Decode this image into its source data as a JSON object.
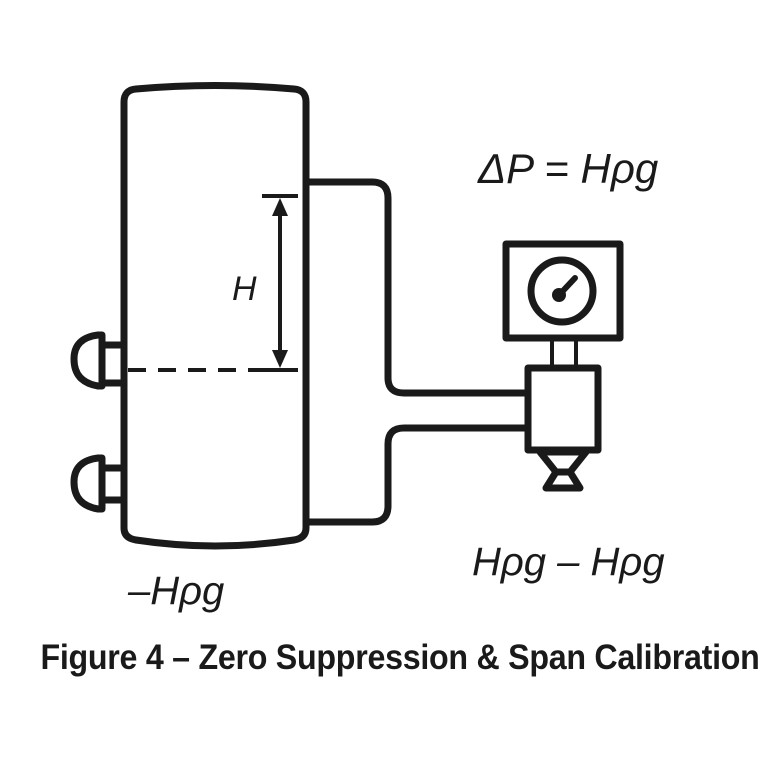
{
  "figure": {
    "caption": "Figure 4 – Zero Suppression & Span Calibration",
    "subject": "differential-pressure level transmitter with zero suppression"
  },
  "labels": {
    "equation_top": "ΔP = Hρg",
    "height_symbol": "H",
    "equation_bottom_right": "Hρg – Hρg",
    "tank_bottom_label": "–Hρg"
  },
  "components": {
    "tank": "vertical-vessel",
    "nozzles": [
      "upper-side-nozzle",
      "lower-side-nozzle"
    ],
    "level_line": "dashed-liquid-level",
    "dimension": "height-dimension-arrow",
    "impulse_lines": [
      "high-side-impulse-line",
      "low-side-impulse-line"
    ],
    "transmitter": "dp-transmitter-body",
    "indicator": "gauge-indicator-head",
    "valve": "drain-valve"
  },
  "colors": {
    "ink": "#1a1a1a",
    "background": "#ffffff"
  }
}
